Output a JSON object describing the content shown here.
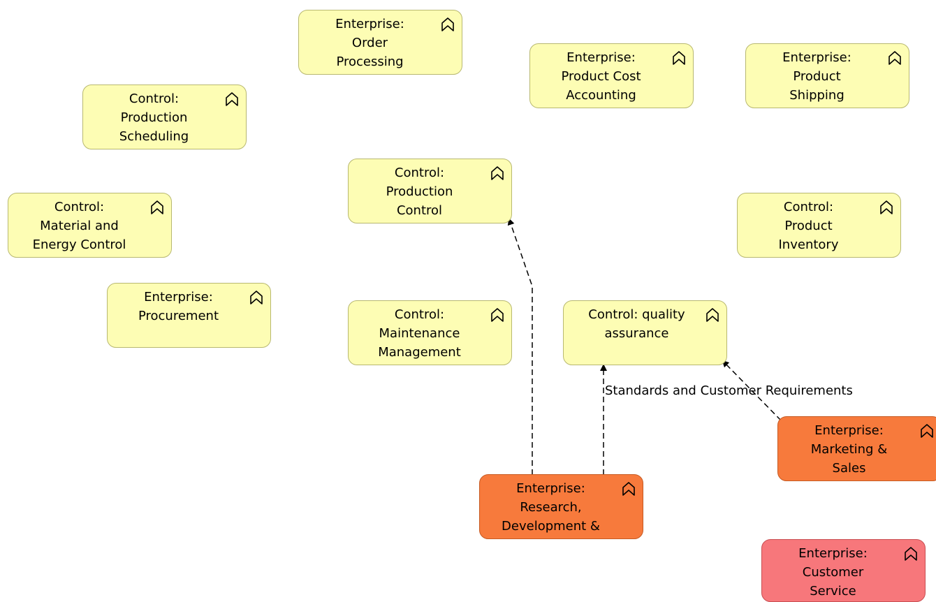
{
  "nodes": {
    "order_processing": {
      "label": "Enterprise:\nOrder\nProcessing",
      "icon": "function-icon",
      "color": "#fdfdb4"
    },
    "product_cost_accounting": {
      "label": "Enterprise:\nProduct Cost\nAccounting",
      "icon": "function-icon",
      "color": "#fdfdb4"
    },
    "product_shipping": {
      "label": "Enterprise:\nProduct\nShipping",
      "icon": "function-icon",
      "color": "#fdfdb4"
    },
    "production_scheduling": {
      "label": "Control:\nProduction\nScheduling",
      "icon": "function-icon",
      "color": "#fdfdb4"
    },
    "production_control": {
      "label": "Control:\nProduction\nControl",
      "icon": "function-icon",
      "color": "#fdfdb4"
    },
    "material_energy_control": {
      "label": "Control:\nMaterial and\nEnergy Control",
      "icon": "function-icon",
      "color": "#fdfdb4"
    },
    "product_inventory": {
      "label": "Control:\nProduct\nInventory",
      "icon": "function-icon",
      "color": "#fdfdb4"
    },
    "procurement": {
      "label": "Enterprise:\nProcurement",
      "icon": "function-icon",
      "color": "#fdfdb4"
    },
    "maintenance_management": {
      "label": "Control:\nMaintenance\nManagement",
      "icon": "function-icon",
      "color": "#fdfdb4"
    },
    "quality_assurance": {
      "label": "Control: quality\nassurance",
      "icon": "function-icon",
      "color": "#fdfdb4"
    },
    "marketing_sales": {
      "label": "Enterprise:\nMarketing &\nSales",
      "icon": "function-icon",
      "color": "#f77a3c"
    },
    "research_development": {
      "label": "Enterprise:\nResearch,\nDevelopment &",
      "icon": "function-icon",
      "color": "#f77a3c"
    },
    "customer_service": {
      "label": "Enterprise:\nCustomer\nService",
      "icon": "function-icon",
      "color": "#f7777b"
    }
  },
  "edges": {
    "marketing_to_quality": {
      "label": "Standards and Customer Requirements",
      "style": "dashed"
    },
    "research_to_quality": {
      "label": "",
      "style": "dashed"
    },
    "research_to_production_control": {
      "label": "",
      "style": "dashed"
    }
  }
}
